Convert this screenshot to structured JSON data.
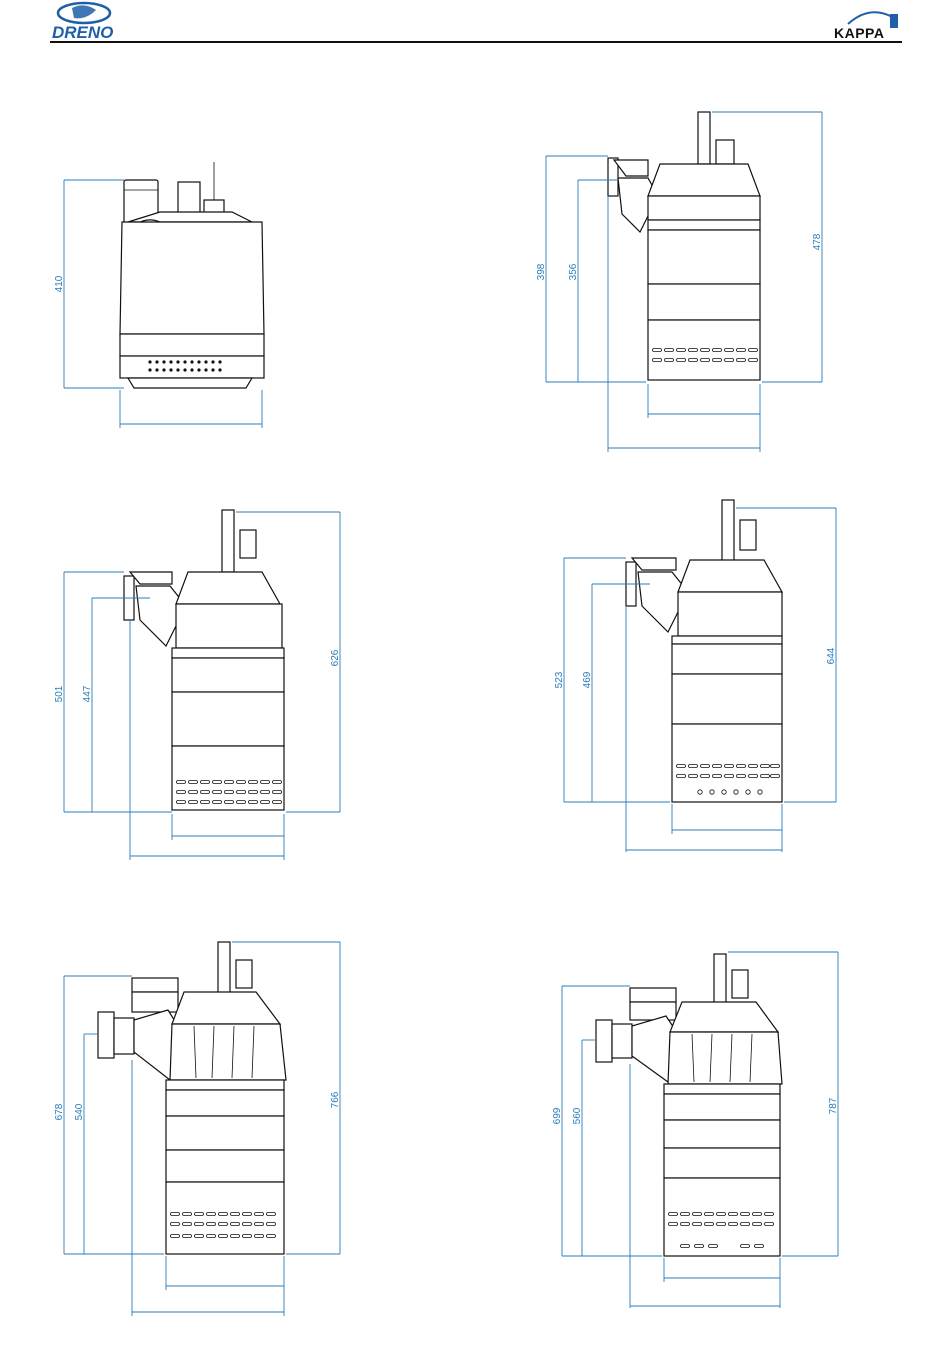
{
  "header": {
    "left_logo_text": "DRENO",
    "right_logo_text": "KAPPA",
    "colors": {
      "dimension": "#2a7db8",
      "logo_blue": "#1f5fa8",
      "line": "#111111"
    }
  },
  "drawings": [
    {
      "id": "pump-1",
      "dims": [
        "410"
      ]
    },
    {
      "id": "pump-2",
      "dims": [
        "398",
        "356",
        "478"
      ]
    },
    {
      "id": "pump-3",
      "dims": [
        "501",
        "447",
        "626"
      ]
    },
    {
      "id": "pump-4",
      "dims": [
        "523",
        "469",
        "644"
      ]
    },
    {
      "id": "pump-5",
      "dims": [
        "678",
        "540",
        "766"
      ]
    },
    {
      "id": "pump-6",
      "dims": [
        "699",
        "560",
        "787"
      ]
    }
  ]
}
